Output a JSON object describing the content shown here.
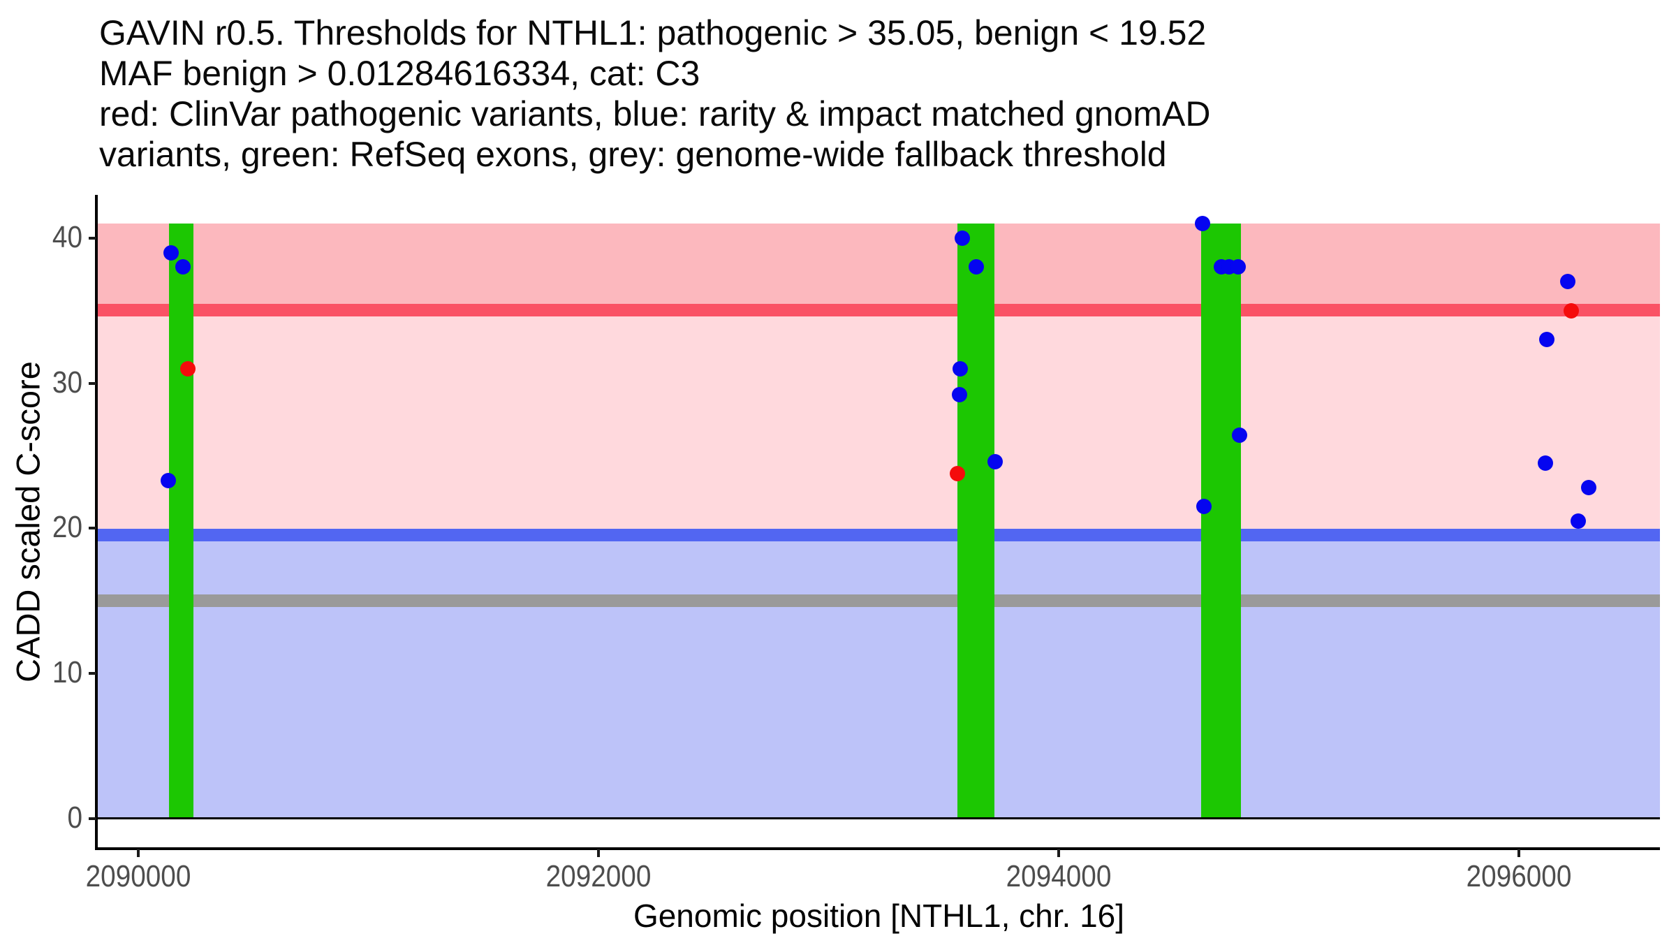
{
  "figure_title_lines": [
    "GAVIN r0.5. Thresholds for NTHL1: pathogenic > 35.05, benign < 19.52",
    "MAF benign > 0.01284616334, cat: C3",
    "red: ClinVar pathogenic variants, blue: rarity & impact matched gnomAD",
    "variants, green: RefSeq exons, grey: genome-wide fallback threshold"
  ],
  "chart_data": {
    "type": "scatter",
    "title": "GAVIN r0.5. Thresholds for NTHL1: pathogenic > 35.05, benign < 19.52 MAF benign > 0.01284616334, cat: C3",
    "xlabel": "Genomic position [NTHL1, chr. 16]",
    "ylabel": "CADD scaled C-score",
    "x_domain": [
      2089824,
      2096613
    ],
    "y_domain": [
      -2.07,
      42.98
    ],
    "x_ticks": [
      2090000,
      2092000,
      2094000,
      2096000
    ],
    "x_tick_labels": [
      "2090000",
      "2092000",
      "2094000",
      "2096000"
    ],
    "y_ticks": [
      0,
      10,
      20,
      30,
      40
    ],
    "y_tick_labels": [
      "0",
      "10",
      "20",
      "30",
      "40"
    ],
    "grid": false,
    "legend_position": "none (legend described in title text)",
    "thresholds": {
      "pathogenic_cadd_gt": 35.05,
      "benign_cadd_lt": 19.52,
      "maf_benign_gt": 0.01284616334,
      "category": "C3",
      "genome_wide_fallback": 15
    },
    "band_span": [
      0,
      41
    ],
    "regions": [
      {
        "name": "pathogenic-region",
        "from": 35.05,
        "to": 41,
        "color": "#FCB8BE"
      },
      {
        "name": "intermediate-region",
        "from": 19.52,
        "to": 35.05,
        "color": "#FFD9DD"
      },
      {
        "name": "benign-region",
        "from": 0,
        "to": 19.52,
        "color": "#BDC3F9"
      }
    ],
    "hlines": [
      {
        "name": "pathogenic-threshold-line",
        "y": 35.05,
        "color": "#FA5265"
      },
      {
        "name": "benign-threshold-line",
        "y": 19.52,
        "color": "#5266F2"
      },
      {
        "name": "genome-wide-fallback-line",
        "y": 15,
        "color": "#9A9A9A"
      }
    ],
    "baseline": {
      "y": 0,
      "color": "#000000"
    },
    "exons": {
      "name": "RefSeq exons",
      "color": "#1CC702",
      "ranges": [
        {
          "start": 2090134,
          "end": 2090240
        },
        {
          "start": 2093560,
          "end": 2093721
        },
        {
          "start": 2094619,
          "end": 2094792
        }
      ]
    },
    "series": [
      {
        "name": "ClinVar pathogenic variants",
        "color": "#F50C0C",
        "points": [
          [
            2090215,
            31.0
          ],
          [
            2093560,
            23.8
          ],
          [
            2096227,
            35.0
          ]
        ]
      },
      {
        "name": "rarity & impact matched gnomAD variants",
        "color": "#0505F0",
        "points": [
          [
            2090130,
            23.3
          ],
          [
            2090143,
            39.0
          ],
          [
            2090194,
            38.0
          ],
          [
            2093569,
            29.2
          ],
          [
            2093572,
            31.0
          ],
          [
            2093581,
            40.0
          ],
          [
            2093642,
            38.0
          ],
          [
            2093724,
            24.6
          ],
          [
            2094625,
            41.0
          ],
          [
            2094631,
            21.5
          ],
          [
            2094707,
            38.0
          ],
          [
            2094740,
            38.0
          ],
          [
            2094780,
            38.0
          ],
          [
            2094786,
            26.4
          ],
          [
            2096116,
            24.5
          ],
          [
            2096122,
            33.0
          ],
          [
            2096213,
            37.0
          ],
          [
            2096258,
            20.5
          ],
          [
            2096304,
            22.8
          ]
        ]
      }
    ]
  }
}
